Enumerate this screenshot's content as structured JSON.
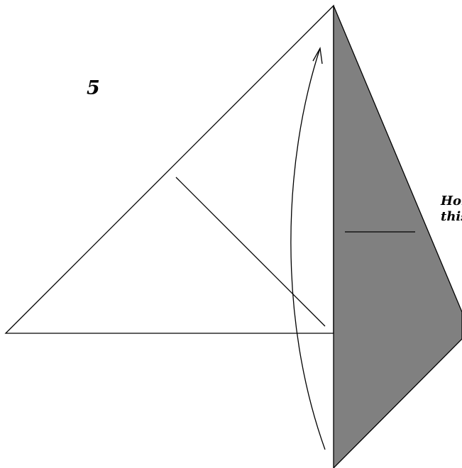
{
  "step": {
    "number": "5"
  },
  "caption": {
    "line1": "Hol",
    "line2": "this"
  },
  "colors": {
    "background": "#ffffff",
    "paper_front": "#ffffff",
    "paper_back_shaded": "#808080",
    "line": "#000000"
  },
  "icons": {
    "fold_arrow": "curved-fold-arrow-icon"
  }
}
